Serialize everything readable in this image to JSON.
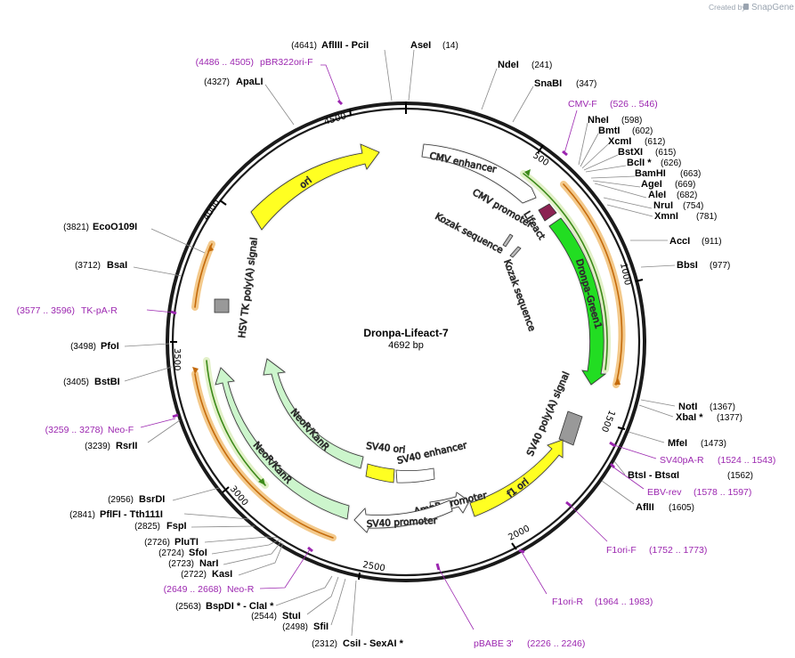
{
  "watermark": {
    "prefix": "Created by",
    "brand": "SnapGene"
  },
  "title": "Dronpa-Lifeact-7",
  "length": "4692 bp",
  "ticks": [
    "500",
    "1000",
    "1500",
    "2000",
    "2500",
    "3000",
    "3500",
    "4000",
    "4500"
  ],
  "features": [
    {
      "name": "CMV enhancer",
      "color": "#ffffff"
    },
    {
      "name": "CMV promoter",
      "color": "#ffffff"
    },
    {
      "name": "Lifeact",
      "color": "#8b2252"
    },
    {
      "name": "Kozak sequence",
      "color": "#bbbbbb"
    },
    {
      "name": "Kozak sequence",
      "color": "#bbbbbb"
    },
    {
      "name": "Dronpa-Green1",
      "color": "#22dd22"
    },
    {
      "name": "SV40 poly(A) signal",
      "color": "#999999"
    },
    {
      "name": "f1 ori",
      "color": "#ffff22"
    },
    {
      "name": "AmpR promoter",
      "color": "#ffffff"
    },
    {
      "name": "SV40 promoter",
      "color": "#ffffff"
    },
    {
      "name": "SV40 enhancer",
      "color": "#ffffff"
    },
    {
      "name": "SV40 ori",
      "color": "#ffff22"
    },
    {
      "name": "NeoR/KanR",
      "color": "#ccf5cc"
    },
    {
      "name": "NeoR/KanR",
      "color": "#ccf5cc"
    },
    {
      "name": "HSV TK poly(A) signal",
      "color": "#999999"
    },
    {
      "name": "ori",
      "color": "#ffff22"
    }
  ],
  "sites_left": [
    {
      "pos": "(4641)",
      "name": "AflIII  - PciI"
    },
    {
      "pos": "(4327)",
      "name": "ApaLI"
    },
    {
      "pos": "(3821)",
      "name": "EcoO109I"
    },
    {
      "pos": "(3712)",
      "name": "BsaI"
    },
    {
      "pos": "(3498)",
      "name": "PfoI"
    },
    {
      "pos": "(3405)",
      "name": "BstBI"
    },
    {
      "pos": "(3239)",
      "name": "RsrII"
    },
    {
      "pos": "(2956)",
      "name": "BsrDI"
    },
    {
      "pos": "(2841)",
      "name": "PflFI  - Tth111I"
    },
    {
      "pos": "(2825)",
      "name": "FspI"
    },
    {
      "pos": "(2726)",
      "name": "PluTI"
    },
    {
      "pos": "(2724)",
      "name": "SfoI"
    },
    {
      "pos": "(2723)",
      "name": "NarI"
    },
    {
      "pos": "(2722)",
      "name": "KasI"
    },
    {
      "pos": "(2563)",
      "name": "BspDI *  - ClaI *"
    },
    {
      "pos": "(2544)",
      "name": "StuI"
    },
    {
      "pos": "(2498)",
      "name": "SfiI"
    },
    {
      "pos": "(2312)",
      "name": "CsiI  - SexAI *"
    }
  ],
  "sites_right": [
    {
      "name": "AseI",
      "pos": "(14)"
    },
    {
      "name": "NdeI",
      "pos": "(241)"
    },
    {
      "name": "SnaBI",
      "pos": "(347)"
    },
    {
      "name": "NheI",
      "pos": "(598)"
    },
    {
      "name": "BmtI",
      "pos": "(602)"
    },
    {
      "name": "XcmI",
      "pos": "(612)"
    },
    {
      "name": "BstXI",
      "pos": "(615)"
    },
    {
      "name": "BclI *",
      "pos": "(626)"
    },
    {
      "name": "BamHI",
      "pos": "(663)"
    },
    {
      "name": "AgeI",
      "pos": "(669)"
    },
    {
      "name": "AleI",
      "pos": "(682)"
    },
    {
      "name": "NruI",
      "pos": "(754)"
    },
    {
      "name": "XmnI",
      "pos": "(781)"
    },
    {
      "name": "AccI",
      "pos": "(911)"
    },
    {
      "name": "BbsI",
      "pos": "(977)"
    },
    {
      "name": "NotI",
      "pos": "(1367)"
    },
    {
      "name": "XbaI *",
      "pos": "(1377)"
    },
    {
      "name": "MfeI",
      "pos": "(1473)"
    },
    {
      "name": "BtsI  - BtsαI",
      "pos": "(1562)"
    },
    {
      "name": "AflII",
      "pos": "(1605)"
    }
  ],
  "primers": [
    {
      "name": "pBR322ori-F",
      "range": "(4486 .. 4505)"
    },
    {
      "name": "TK-pA-R",
      "range": "(3577 .. 3596)"
    },
    {
      "name": "Neo-F",
      "range": "(3259 .. 3278)"
    },
    {
      "name": "Neo-R",
      "range": "(2649 .. 2668)"
    },
    {
      "name": "pBABE 3'",
      "range": "(2226 .. 2246)"
    },
    {
      "name": "F1ori-R",
      "range": "(1964 .. 1983)"
    },
    {
      "name": "F1ori-F",
      "range": "(1752 .. 1773)"
    },
    {
      "name": "EBV-rev",
      "range": "(1578 .. 1597)"
    },
    {
      "name": "SV40pA-R",
      "range": "(1524 .. 1543)"
    },
    {
      "name": "CMV-F",
      "range": "(526 .. 546)"
    }
  ]
}
